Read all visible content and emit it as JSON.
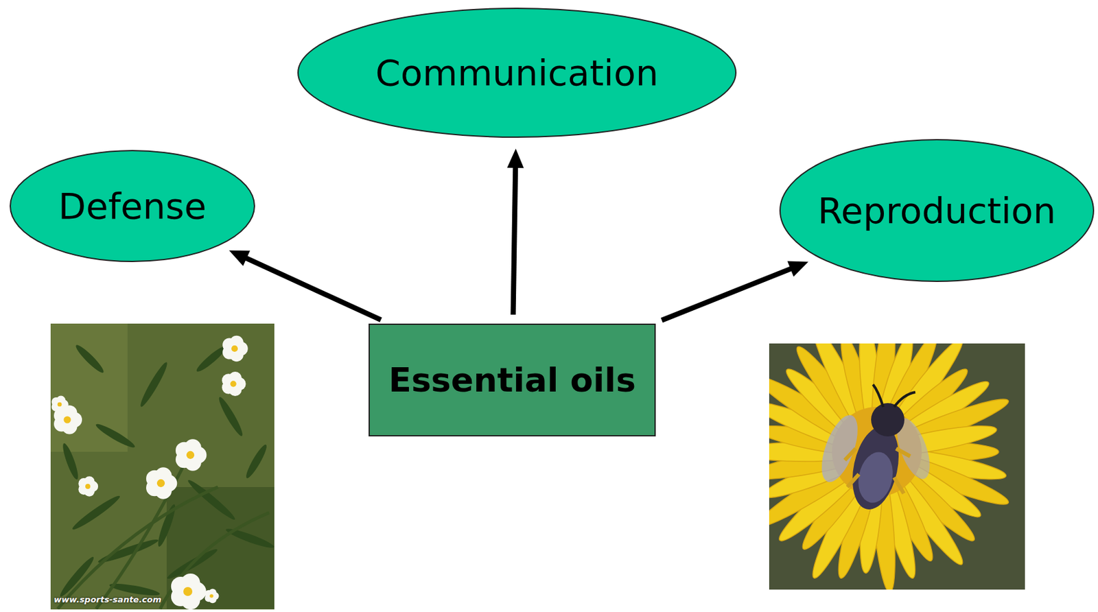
{
  "diagram": {
    "nodes": [
      {
        "text": [
          "Communication"
        ]
      },
      {
        "text": [
          "Defense"
        ]
      },
      {
        "text": [
          "Reproduction"
        ]
      },
      {
        "text": [
          "Essential oils"
        ]
      }
    ],
    "edges": [
      {
        "from": 3,
        "to": 0,
        "arrow": "to"
      },
      {
        "from": 3,
        "to": 1,
        "arrow": "to"
      },
      {
        "from": 3,
        "to": 2,
        "arrow": "to"
      }
    ],
    "labels": [
      "www.sports-sante.com"
    ]
  }
}
